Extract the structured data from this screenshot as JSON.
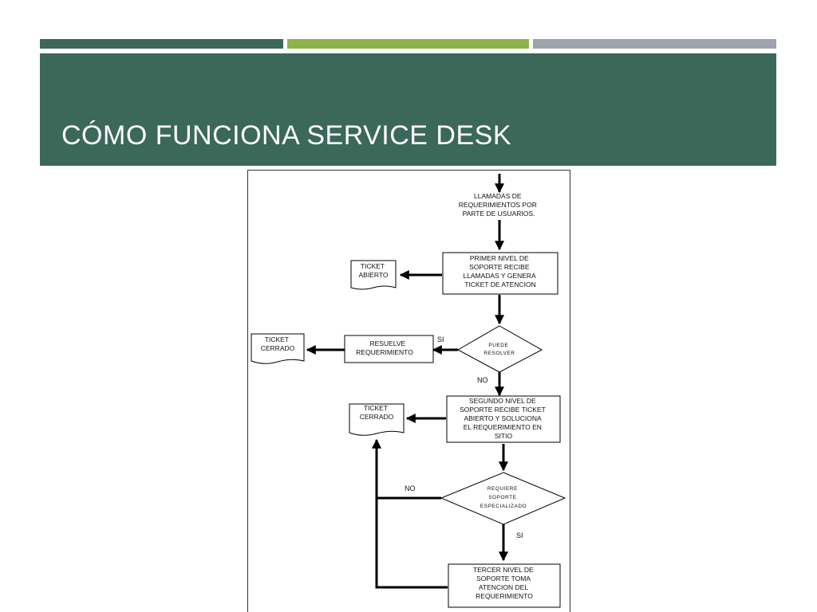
{
  "slide": {
    "title": "CÓMO FUNCIONA SERVICE DESK",
    "colors": {
      "primary": "#3b6858",
      "secondary": "#8db34a",
      "tertiary": "#9fa3ac"
    }
  },
  "flowchart": {
    "process_calls": [
      "LLAMADAS DE",
      "REQUERIMIENTOS POR",
      "PARTE DE USUARIOS."
    ],
    "process_first_level": [
      "PRIMER NIVEL DE",
      "SOPORTE RECIBE",
      "LLAMADAS Y GENERA",
      "TICKET DE ATENCION"
    ],
    "doc_ticket_open": [
      "TICKET",
      "ABIERTO"
    ],
    "decision_can_resolve": [
      "PUEDE",
      "RESOLVER"
    ],
    "process_resolve": [
      "RESUELVE",
      "REQUERIMIENTO"
    ],
    "doc_ticket_closed_1": [
      "TICKET",
      "CERRADO"
    ],
    "label_si_1": "SI",
    "label_no_1": "NO",
    "process_second_level": [
      "SEGUNDO NIVEL DE",
      "SOPORTE RECIBE TICKET",
      "ABIERTO Y SOLUCIONA",
      "EL REQUERIMIENTO EN",
      "SITIO"
    ],
    "doc_ticket_closed_2": [
      "TICKET",
      "CERRADO"
    ],
    "decision_specialized": [
      "REQUIERE",
      "SOPORTE",
      "ESPECIALIZADO"
    ],
    "label_no_2": "NO",
    "label_si_2": "SI",
    "process_third_level": [
      "TERCER NIVEL DE",
      "SOPORTE TOMA",
      "ATENCION DEL",
      "REQUERIMIENTO"
    ]
  }
}
